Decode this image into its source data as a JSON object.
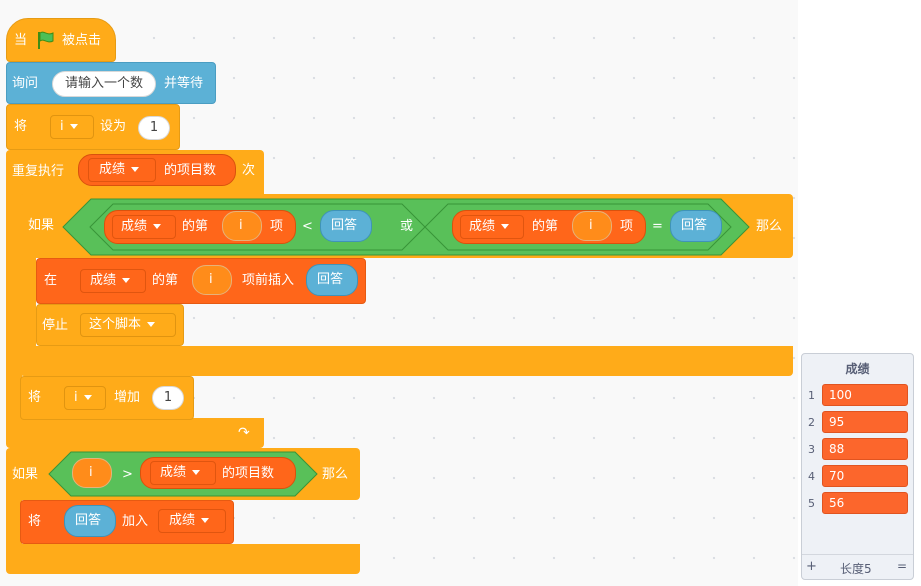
{
  "script": {
    "hat": {
      "when_label": "当",
      "flag_icon": "green-flag-icon",
      "clicked_label": "被点击"
    },
    "ask": {
      "label": "询问",
      "prompt": "请输入一个数",
      "wait_label": "并等待"
    },
    "set_var": {
      "label": "将",
      "var": "i",
      "to_label": "设为",
      "value": "1"
    },
    "repeat": {
      "label": "重复执行",
      "list": "成绩",
      "length_label": "的项目数",
      "times_label": "次"
    },
    "if_inner": {
      "if_label": "如果",
      "then_label": "那么",
      "left": {
        "list": "成绩",
        "nth_label": "的第",
        "index": "i",
        "item_label": "项",
        "op": "<",
        "answer": "回答"
      },
      "or_label": "或",
      "right": {
        "list": "成绩",
        "nth_label": "的第",
        "index": "i",
        "item_label": "项",
        "op": "=",
        "answer": "回答"
      }
    },
    "insert": {
      "label": "在",
      "list": "成绩",
      "nth_label": "的第",
      "index": "i",
      "insert_label": "项前插入",
      "answer": "回答"
    },
    "stop": {
      "label": "停止",
      "option": "这个脚本"
    },
    "change_var": {
      "label": "将",
      "var": "i",
      "by_label": "增加",
      "value": "1"
    },
    "if_outer": {
      "if_label": "如果",
      "index": "i",
      "op": ">",
      "list": "成绩",
      "length_label": "的项目数",
      "then_label": "那么"
    },
    "add": {
      "label": "将",
      "answer": "回答",
      "add_label": "加入",
      "list": "成绩"
    }
  },
  "monitor": {
    "title": "成绩",
    "items": [
      {
        "index": "1",
        "value": "100"
      },
      {
        "index": "2",
        "value": "95"
      },
      {
        "index": "3",
        "value": "88"
      },
      {
        "index": "4",
        "value": "70"
      },
      {
        "index": "5",
        "value": "56"
      }
    ],
    "add_label": "+",
    "length_label": "长度5",
    "resize_label": "="
  },
  "colors": {
    "control": "#ffab19",
    "sensing": "#5cb1d6",
    "list": "#ff661a",
    "operator": "#59c059"
  }
}
